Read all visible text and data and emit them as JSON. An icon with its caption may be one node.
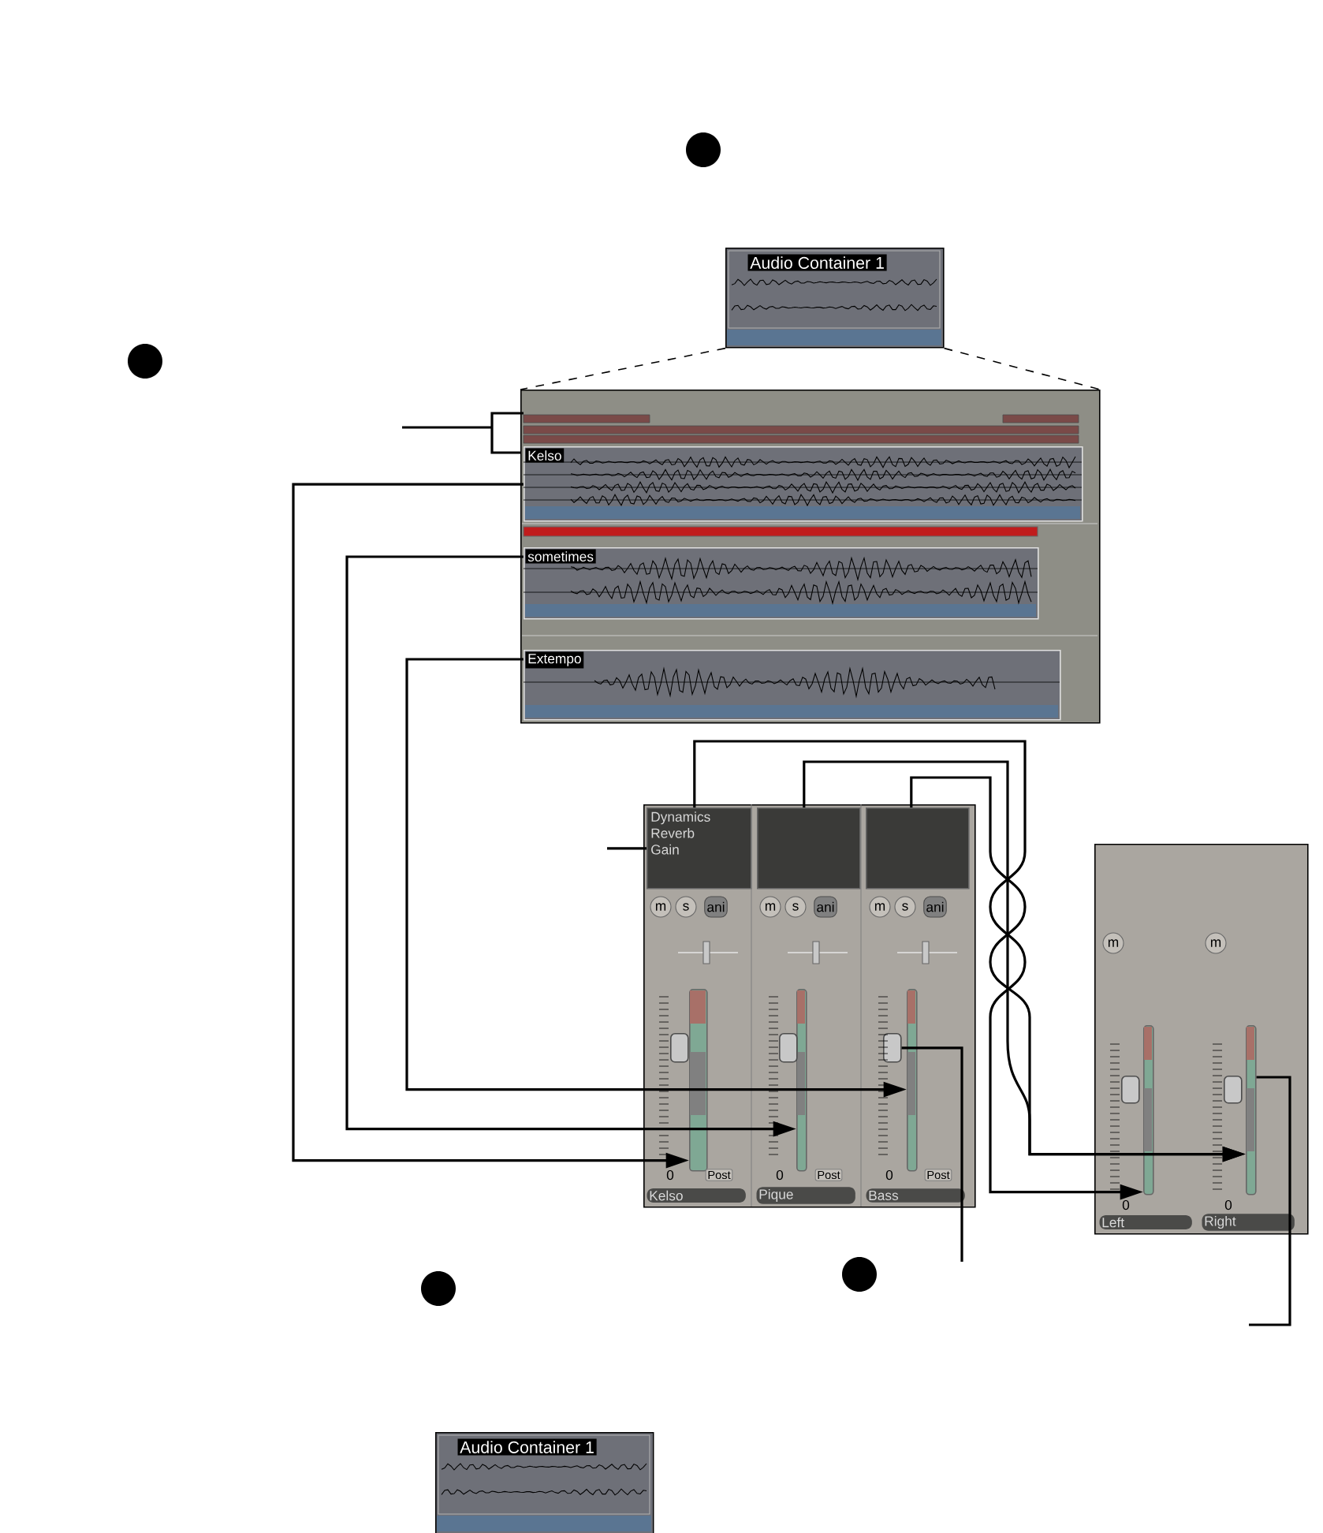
{
  "diagram": {
    "nodes": [
      {
        "text": [
          "Audio Container 1"
        ]
      },
      {
        "text": [],
        "shape": "box"
      },
      {
        "text": [],
        "shape": "bar",
        "in": 1
      },
      {
        "text": [
          "Kelso"
        ],
        "in": 1
      },
      {
        "text": [
          "sometimes"
        ],
        "in": 1
      },
      {
        "text": [
          "Extempo"
        ],
        "in": 1
      },
      {
        "text": [],
        "shape": "box"
      },
      {
        "text": [
          "Dynamics Reverb Gain"
        ],
        "in": 6
      },
      {
        "text": [],
        "shape": "box",
        "in": 6
      },
      {
        "text": [],
        "shape": "box",
        "in": 6
      },
      {
        "text": [],
        "shape": "bar",
        "in": 6
      },
      {
        "text": [],
        "shape": "bar",
        "in": 6
      },
      {
        "text": [],
        "shape": "bar",
        "in": 6
      },
      {
        "text": [],
        "shape": "box",
        "in": 6
      },
      {
        "text": [],
        "shape": "box",
        "in": 6
      },
      {
        "text": [],
        "shape": "box",
        "in": 6
      },
      {
        "text": [],
        "shape": "box"
      },
      {
        "text": [],
        "shape": "bar",
        "in": 16
      },
      {
        "text": [],
        "shape": "bar",
        "in": 16
      },
      {
        "text": [],
        "shape": "box",
        "in": 16
      },
      {
        "text": [],
        "shape": "box",
        "in": 16
      },
      {
        "text": [
          "Audio Container 1"
        ]
      }
    ],
    "edges": [
      {
        "from": 0,
        "to": 1,
        "arrow": "none",
        "style": "dashed"
      },
      {
        "from": 0,
        "to": 1,
        "arrow": "none",
        "style": "dashed"
      },
      {
        "from": null,
        "to": 2,
        "arrow": "none"
      },
      {
        "from": 3,
        "to": 10,
        "arrow": "to"
      },
      {
        "from": 4,
        "to": 11,
        "arrow": "to"
      },
      {
        "from": 5,
        "to": 12,
        "arrow": "to"
      },
      {
        "from": null,
        "to": 7,
        "arrow": "none"
      },
      {
        "from": 7,
        "to": 17,
        "arrow": "to"
      },
      {
        "from": 8,
        "to": 18,
        "arrow": "to"
      },
      {
        "from": 9,
        "to": 18,
        "arrow": "to"
      },
      {
        "from": null,
        "to": 15,
        "arrow": "none"
      },
      {
        "from": null,
        "to": 18,
        "arrow": "none"
      }
    ],
    "labels": [
      "m",
      "s",
      "ani",
      "m",
      "s",
      "ani",
      "m",
      "s",
      "ani",
      "m",
      "m",
      "0",
      "Post",
      "0",
      "Post",
      "0",
      "Post",
      "Kelso",
      "Pique",
      "Bass",
      "0",
      "0",
      "Left",
      "Right"
    ]
  }
}
